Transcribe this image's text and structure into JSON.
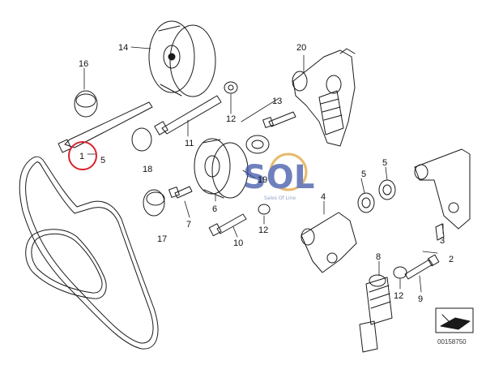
{
  "diagram": {
    "document_number": "00158750",
    "highlight_color": "#d9232d",
    "line_color": "#1a1a1a",
    "callouts": [
      {
        "id": "14",
        "label": "14"
      },
      {
        "id": "16",
        "label": "16"
      },
      {
        "id": "1",
        "label": "1"
      },
      {
        "id": "5a",
        "label": "5"
      },
      {
        "id": "18",
        "label": "18"
      },
      {
        "id": "11",
        "label": "11"
      },
      {
        "id": "12a",
        "label": "12"
      },
      {
        "id": "13",
        "label": "13"
      },
      {
        "id": "20",
        "label": "20"
      },
      {
        "id": "19",
        "label": "19"
      },
      {
        "id": "6",
        "label": "6"
      },
      {
        "id": "17",
        "label": "17"
      },
      {
        "id": "7",
        "label": "7"
      },
      {
        "id": "10",
        "label": "10"
      },
      {
        "id": "12b",
        "label": "12"
      },
      {
        "id": "4",
        "label": "4"
      },
      {
        "id": "5b",
        "label": "5"
      },
      {
        "id": "5c",
        "label": "5"
      },
      {
        "id": "3",
        "label": "3"
      },
      {
        "id": "2",
        "label": "2"
      },
      {
        "id": "8",
        "label": "8"
      },
      {
        "id": "12c",
        "label": "12"
      },
      {
        "id": "9",
        "label": "9"
      }
    ],
    "watermark": {
      "logo_text": "SOL",
      "tagline": "Sales Of Line",
      "colors": [
        "#3f56a8",
        "#e0a23a",
        "#6fa24c"
      ]
    }
  }
}
